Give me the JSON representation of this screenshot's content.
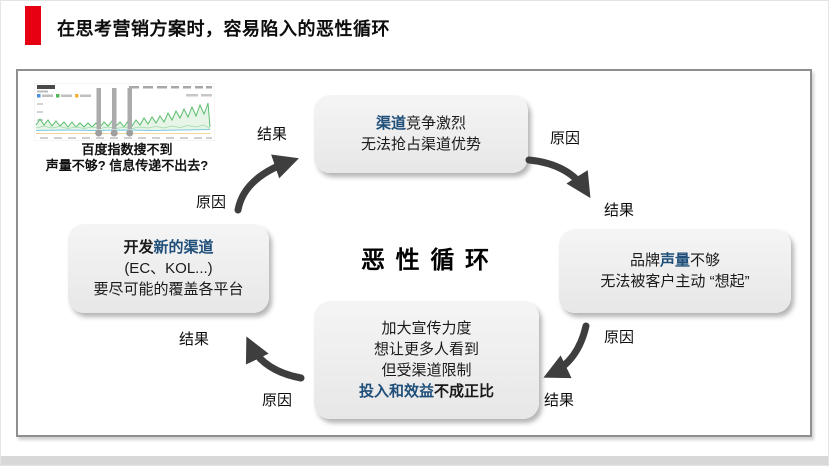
{
  "slide": {
    "title": "在思考营销方案时，容易陷入的恶性循环"
  },
  "colors": {
    "accent_red": "#E60012",
    "emphasis_blue": "#1F4E79",
    "arrow_gray": "#3E3E3E",
    "box_fill": "#EBEBEB",
    "panel_border": "#8F8F8F"
  },
  "evidence": {
    "chart_icon": "baidu-index-line-chart-thumbnail",
    "caption_line1": "百度指数搜不到",
    "caption_line2": "声量不够? 信息传递不出去?"
  },
  "cycle": {
    "center_label": "恶 性 循 环",
    "top_box": {
      "line1_em": "渠道",
      "line1_rest": "竞争激烈",
      "line2": "无法抢占渠道优势"
    },
    "right_box": {
      "line1_pre": "品牌",
      "line1_em": "声量",
      "line1_rest": "不够",
      "line2": "无法被客户主动 “想起”"
    },
    "bottom_box": {
      "line1": "加大宣传力度",
      "line2": "想让更多人看到",
      "line3": "但受渠道限制",
      "line4_em": "投入和效益",
      "line4_rest": "不成正比"
    },
    "left_box": {
      "line1_pre": "开发",
      "line1_em": "新的渠道",
      "line2": "(EC、KOL...)",
      "line3": "要尽可能的覆盖各平台"
    }
  },
  "flow_labels": {
    "result": "结果",
    "cause": "原因"
  }
}
